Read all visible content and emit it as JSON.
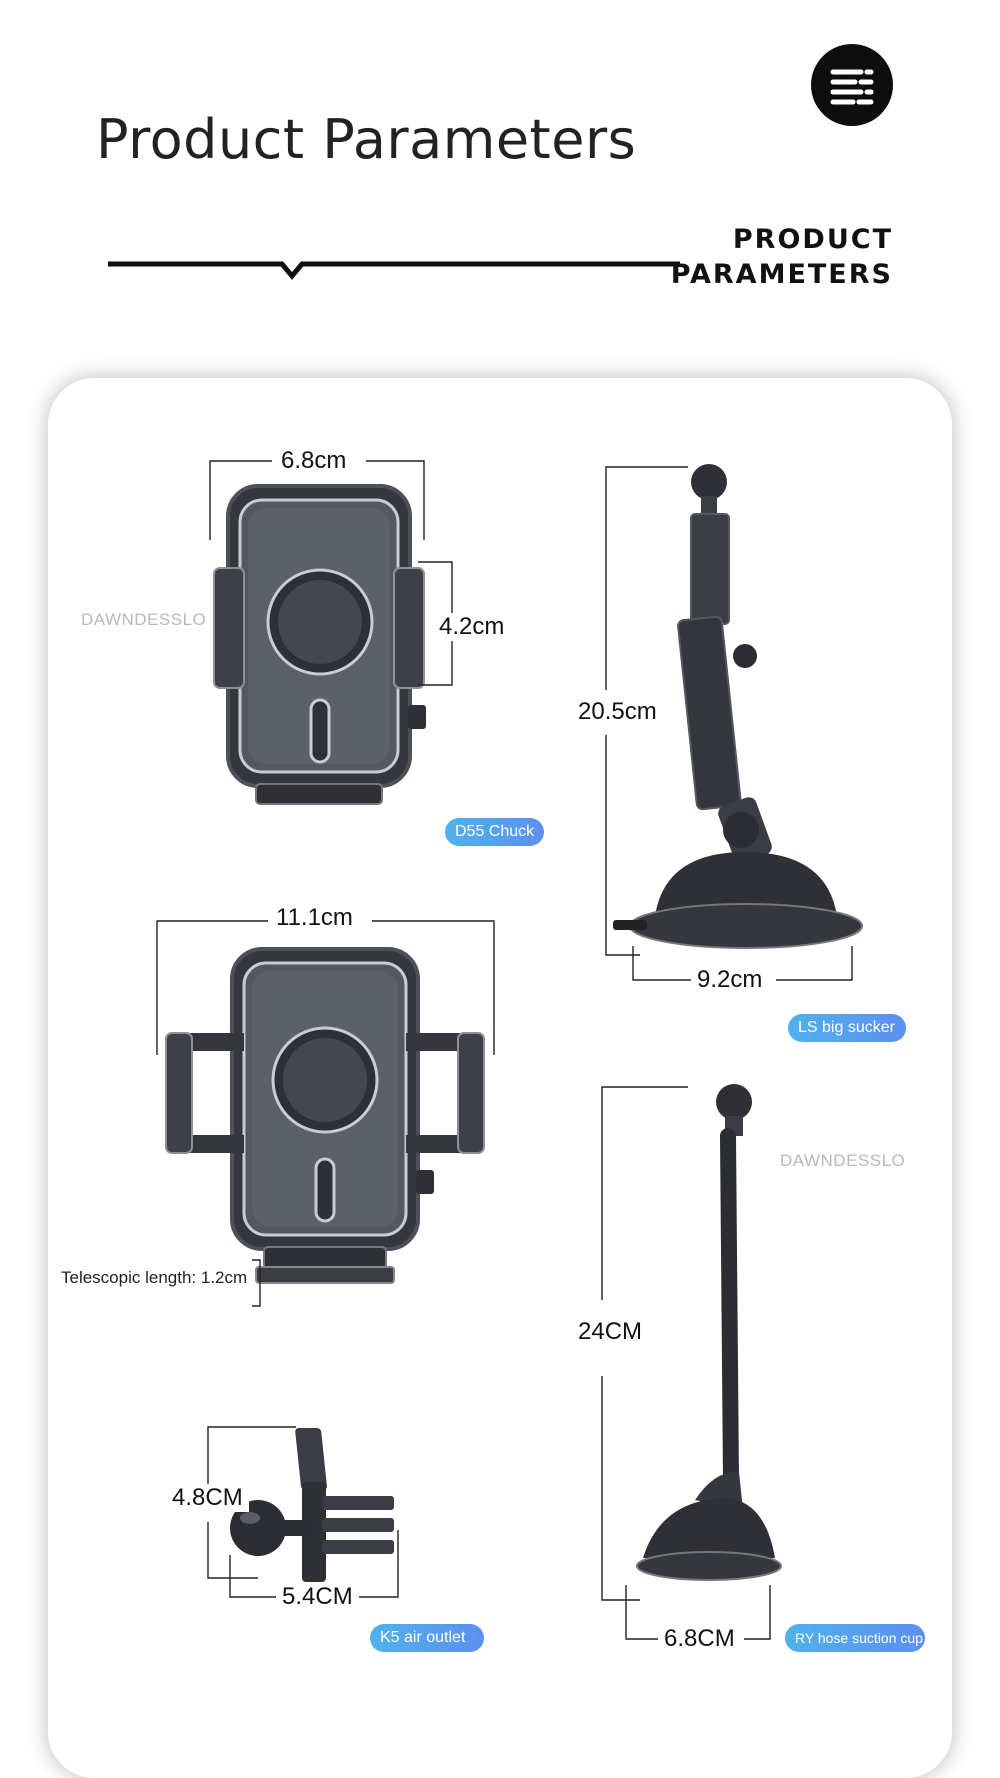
{
  "header": {
    "title": "Product Parameters",
    "subtitle_line1": "PRODUCT",
    "subtitle_line2": "PARAMETERS",
    "menu_icon": "menu-lines-icon"
  },
  "dimensions": {
    "clip_width": "6.8cm",
    "clip_height": "4.2cm",
    "clip_extended_width": "11.1cm",
    "arm_height": "20.5cm",
    "sucker_width": "9.2cm",
    "hose_height": "24CM",
    "hose_base_width": "6.8CM",
    "vent_height": "4.8CM",
    "vent_width": "5.4CM"
  },
  "notes": {
    "telescopic": "Telescopic length: 1.2cm"
  },
  "watermarks": {
    "left": "DAWNDESSLO",
    "right": "DAWNDESSLO"
  },
  "badges": {
    "chuck": "D55 Chuck",
    "sucker": "LS big sucker",
    "vent": "K5 air outlet",
    "hose": "RY hose suction cup"
  },
  "colors": {
    "badge_start": "#4fb2ec",
    "badge_end": "#5d8ff0",
    "product_body": "#3a3d44"
  }
}
